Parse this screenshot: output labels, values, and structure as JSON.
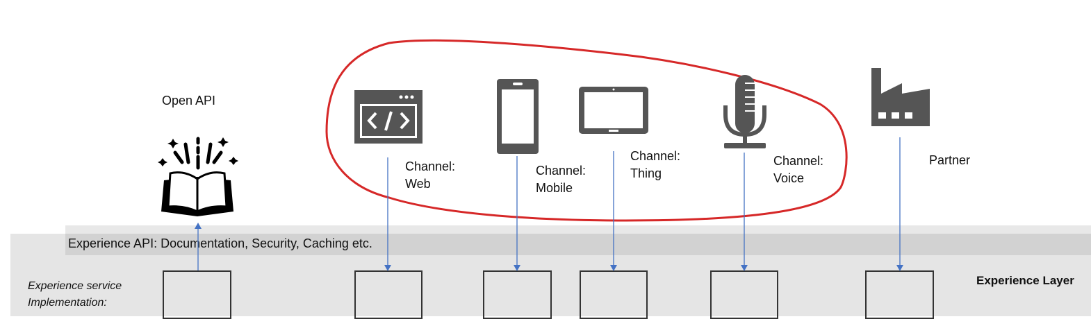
{
  "open_api": {
    "label": "Open API",
    "icon": "open-book-icon"
  },
  "channels": [
    {
      "label_line1": "Channel:",
      "label_line2": "Web",
      "icon": "web-code-icon"
    },
    {
      "label_line1": "Channel:",
      "label_line2": "Mobile",
      "icon": "mobile-phone-icon"
    },
    {
      "label_line1": "Channel:",
      "label_line2": "Thing",
      "icon": "tablet-icon"
    },
    {
      "label_line1": "Channel:",
      "label_line2": "Voice",
      "icon": "microphone-icon"
    }
  ],
  "partner": {
    "label": "Partner",
    "icon": "factory-icon"
  },
  "experience_api": "Experience API: Documentation, Security, Caching etc.",
  "service_impl": {
    "line1": "Experience service",
    "line2": "Implementation:"
  },
  "layer_title": "Experience Layer",
  "colors": {
    "arrow": "#4472c4",
    "highlight": "#d62828",
    "icon": "#555555"
  }
}
